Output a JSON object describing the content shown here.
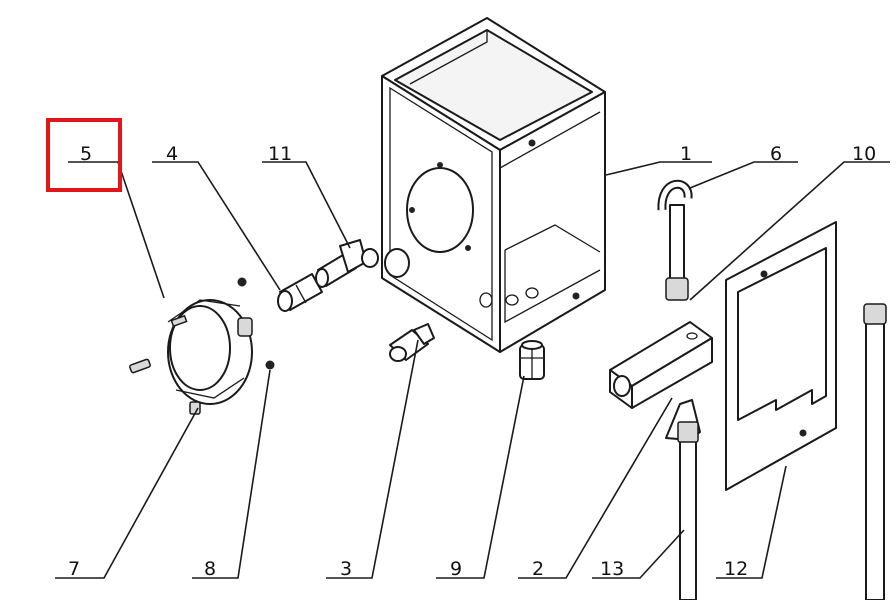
{
  "highlight_color": "#e0161b",
  "callouts": {
    "c1": "1",
    "c2": "2",
    "c3": "3",
    "c4": "4",
    "c5": "5",
    "c6": "6",
    "c7": "7",
    "c8": "8",
    "c9": "9",
    "c10": "10",
    "c11": "11",
    "c12": "12",
    "c13": "13"
  },
  "highlighted_callout": "5"
}
